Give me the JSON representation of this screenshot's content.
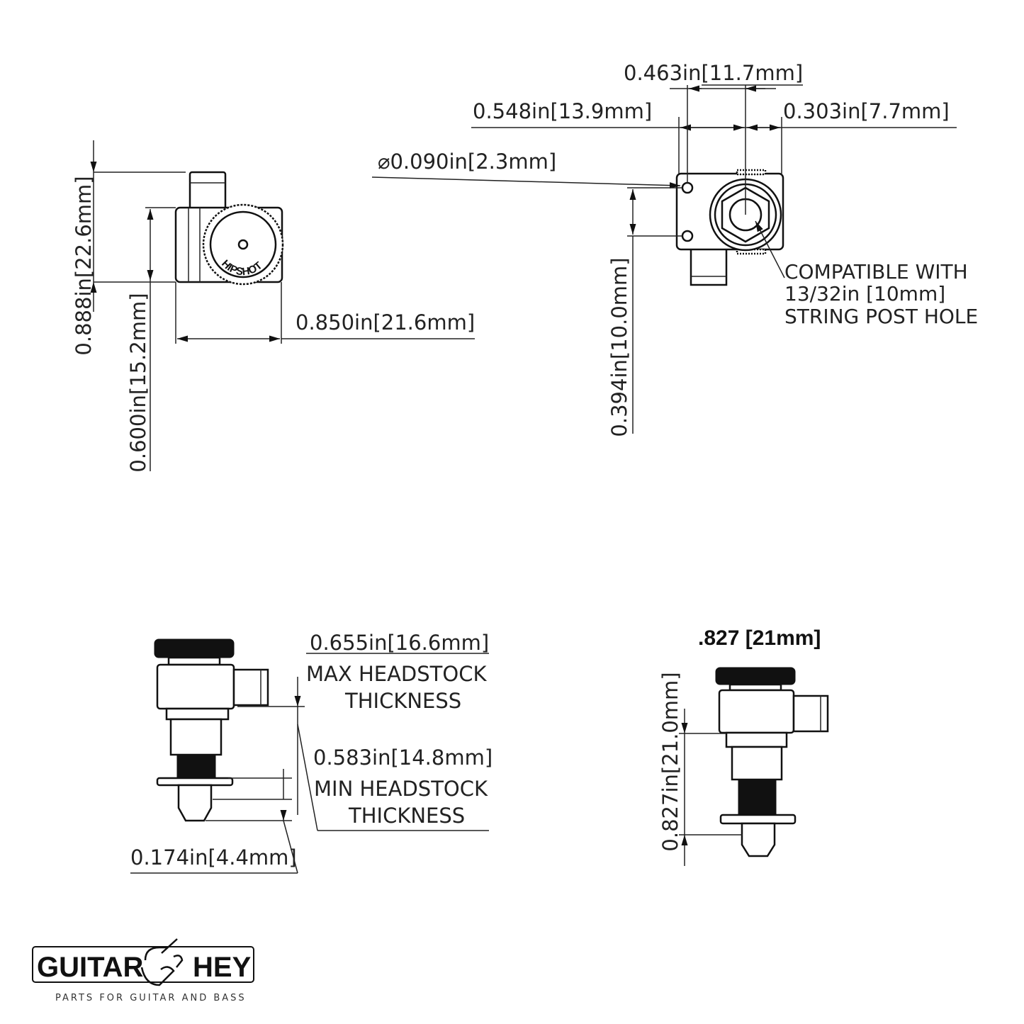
{
  "top_left_view": {
    "dim_height_total": "0.888in[22.6mm]",
    "dim_height_body": "0.600in[15.2mm]",
    "dim_width": "0.850in[21.6mm]",
    "knob_logo_text": "HIPSHOT"
  },
  "top_right_view": {
    "dim_post_offset": "0.463in[11.7mm]",
    "dim_left": "0.548in[13.9mm]",
    "dim_right": "0.303in[7.7mm]",
    "dim_hole_diameter": "⌀0.090in[2.3mm]",
    "dim_hole_spacing": "0.394in[10.0mm]",
    "note_lines": [
      "COMPATIBLE WITH",
      "13/32in [10mm]",
      "STRING POST HOLE"
    ]
  },
  "bottom_left_view": {
    "dim_max": "0.655in[16.6mm]",
    "max_label_1": "MAX HEADSTOCK",
    "max_label_2": "THICKNESS",
    "dim_min": "0.583in[14.8mm]",
    "min_label_1": "MIN HEADSTOCK",
    "min_label_2": "THICKNESS",
    "dim_nut": "0.174in[4.4mm]"
  },
  "bottom_right_view": {
    "title": ".827 [21mm]",
    "dim_height": "0.827in[21.0mm]"
  },
  "logo": {
    "brand_left": "GUITAR",
    "brand_right": "HEY",
    "tagline": "PARTS FOR GUITAR AND BASS"
  }
}
